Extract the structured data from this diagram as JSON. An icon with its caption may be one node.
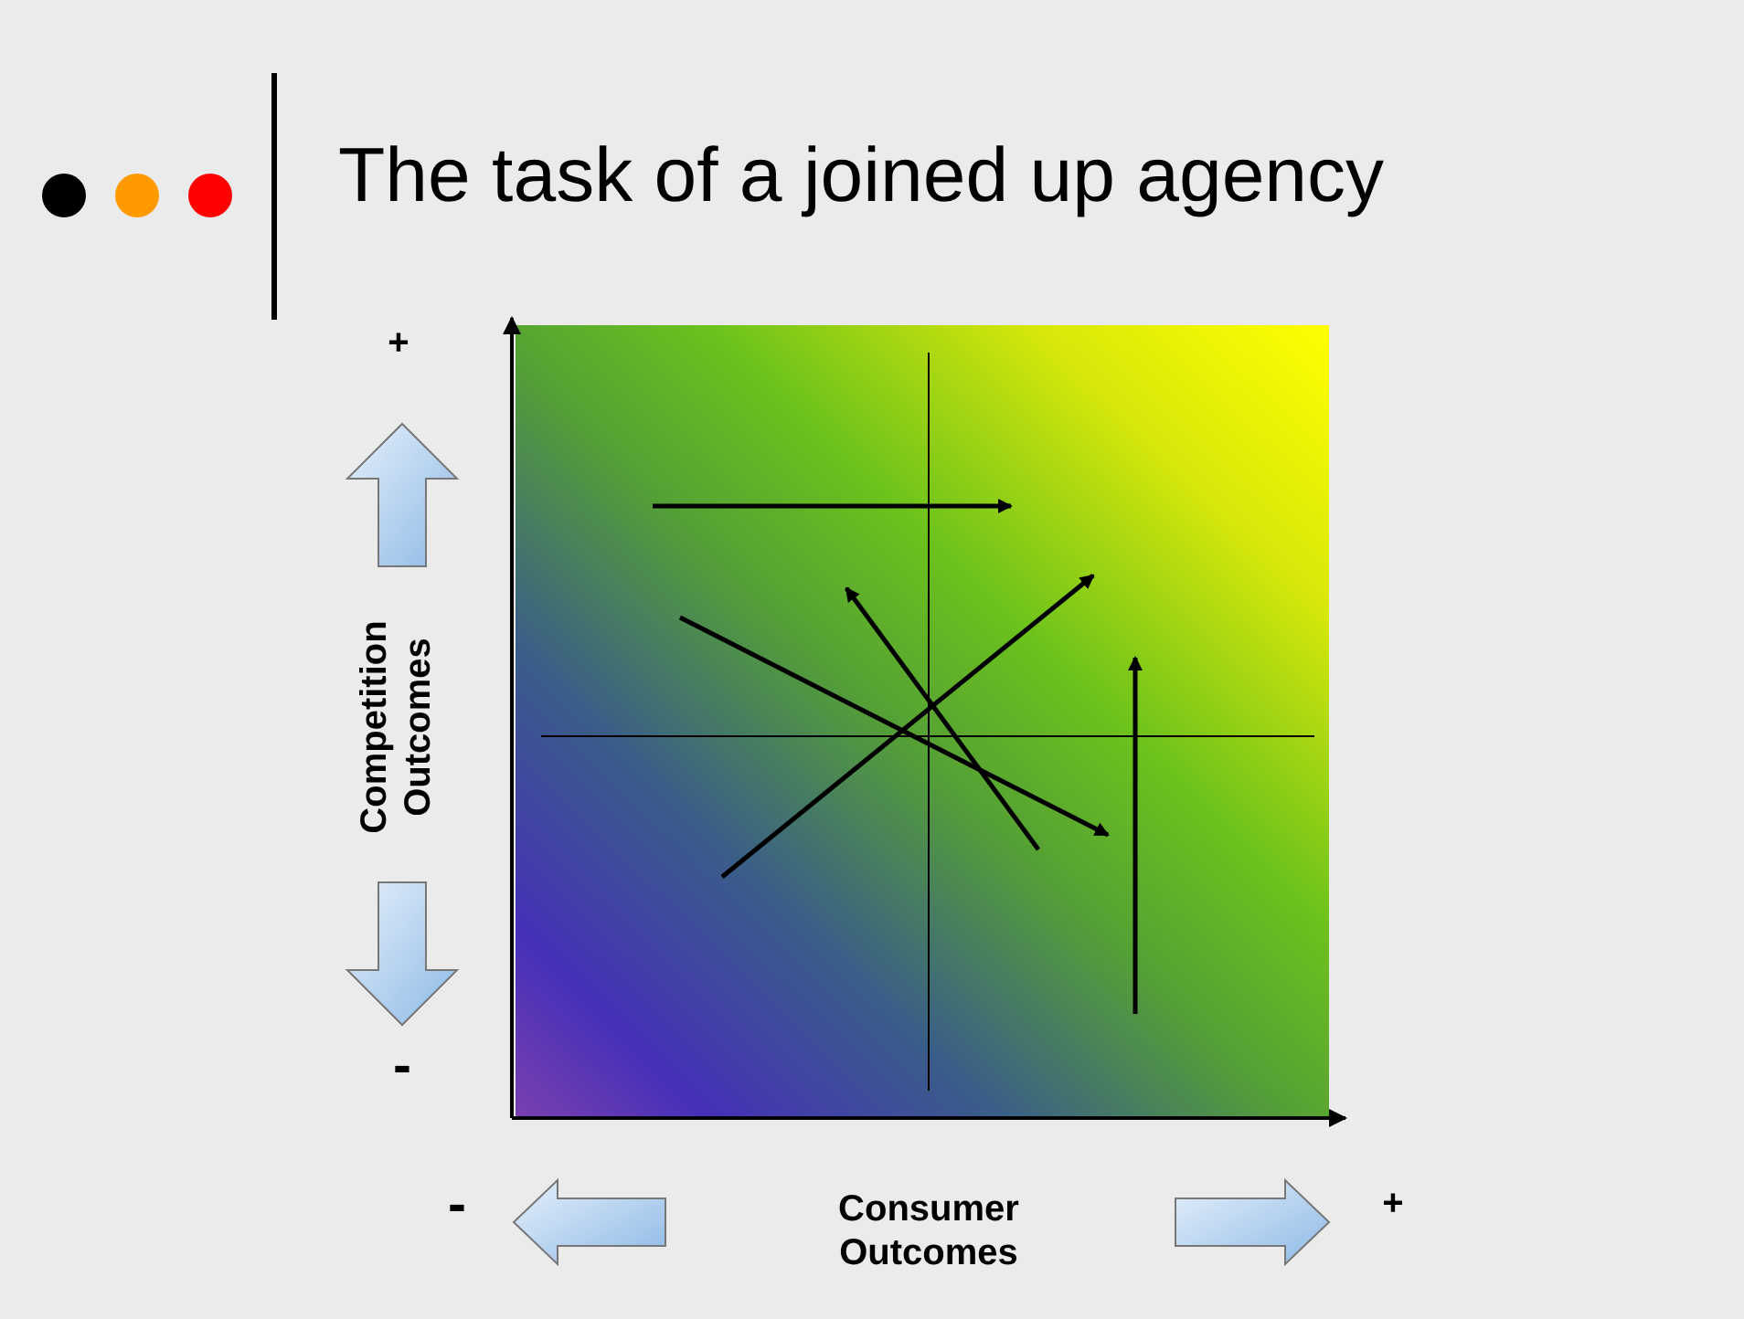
{
  "diagram": {
    "title": "The task of a joined up agency",
    "labels": [
      "+",
      "Competition Outcomes",
      "-",
      "-",
      "Consumer Outcomes",
      "+"
    ]
  }
}
